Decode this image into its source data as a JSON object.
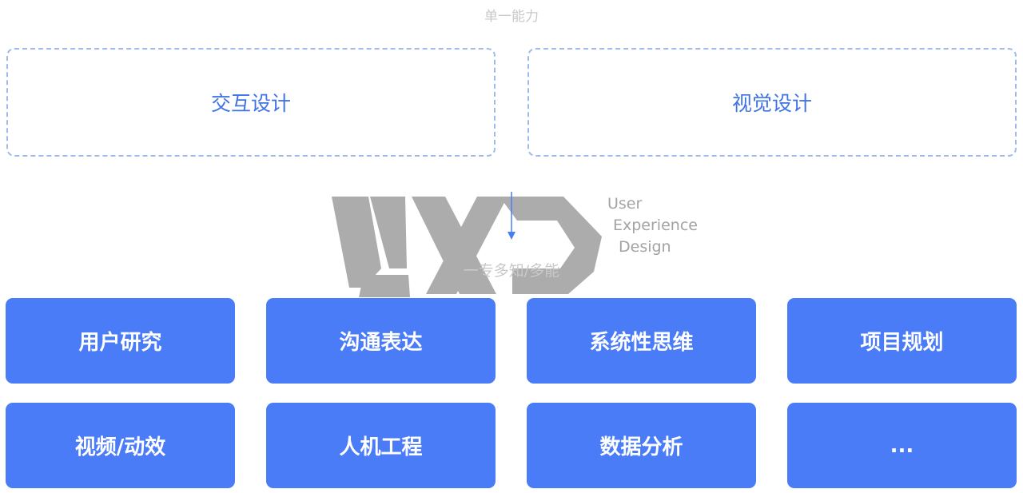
{
  "header": {
    "title": "单一能力"
  },
  "single_skills": [
    {
      "label": "交互设计"
    },
    {
      "label": "视觉设计"
    }
  ],
  "watermark": {
    "logo": "UXD",
    "lines": [
      "User",
      "Experience",
      "Design"
    ]
  },
  "transition_label": "一专多知/多能",
  "skills": [
    {
      "label": "用户研究"
    },
    {
      "label": "沟通表达"
    },
    {
      "label": "系统性思维"
    },
    {
      "label": "项目规划"
    },
    {
      "label": "视频/动效"
    },
    {
      "label": "人机工程"
    },
    {
      "label": "数据分析"
    },
    {
      "label": "..."
    }
  ],
  "colors": {
    "accent": "#4a7cf7",
    "dashed_border": "#9fbbe8",
    "dashed_text": "#3f73e6",
    "muted_label": "#c9c9c9",
    "watermark": "#a3a3a3"
  }
}
